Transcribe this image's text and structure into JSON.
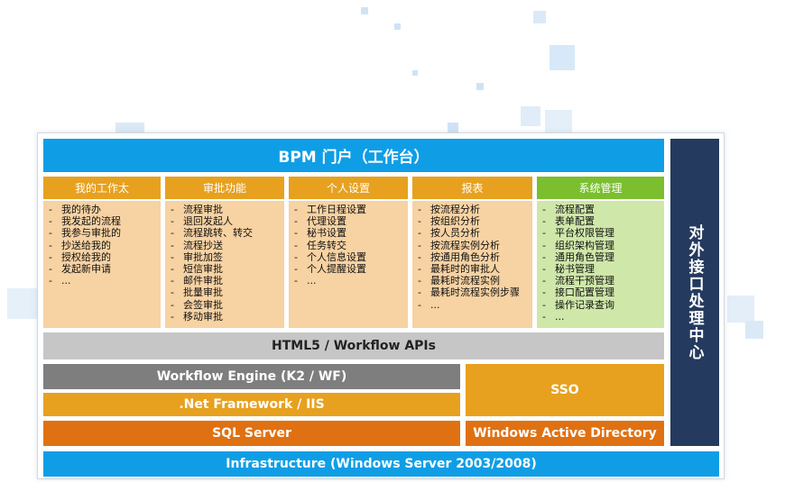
{
  "portal": "BPM 门户（工作台）",
  "columns": [
    {
      "title": "我的工作太",
      "color": "#e7a11f",
      "items": [
        "我的待办",
        "我发起的流程",
        "我参与审批的",
        "抄送给我的",
        "授权给我的",
        "发起新申请",
        "..."
      ]
    },
    {
      "title": "审批功能",
      "color": "#e7a11f",
      "items": [
        "流程审批",
        "退回发起人",
        "流程跳转、转交",
        "流程抄送",
        "审批加签",
        "短信审批",
        "邮件审批",
        "批量审批",
        "会签审批",
        "移动审批"
      ]
    },
    {
      "title": "个人设置",
      "color": "#e7a11f",
      "items": [
        "工作日程设置",
        "代理设置",
        "秘书设置",
        "任务转交",
        "个人信息设置",
        "个人提醒设置",
        "..."
      ]
    },
    {
      "title": "报表",
      "color": "#e7a11f",
      "items": [
        "按流程分析",
        "按组织分析",
        "按人员分析",
        "按流程实例分析",
        "按通用角色分析",
        "最耗时的审批人",
        "最耗时流程实例",
        "最耗时流程实例步骤",
        "..."
      ]
    },
    {
      "title": "系统管理",
      "color": "#7bbf2f",
      "items": [
        "流程配置",
        "表单配置",
        "平台权限管理",
        "组织架构管理",
        "通用角色管理",
        "秘书管理",
        "流程干预管理",
        "接口配置管理",
        "操作记录查询",
        "..."
      ]
    }
  ],
  "layers": {
    "apis": "HTML5 / Workflow APIs",
    "engine": "Workflow Engine (K2 / WF)",
    "net": ".Net Framework / IIS",
    "sql": "SQL Server",
    "sso": "SSO",
    "ad": "Windows Active Directory",
    "infra": "Infrastructure (Windows Server 2003/2008)"
  },
  "side": "对外接口处理中心"
}
